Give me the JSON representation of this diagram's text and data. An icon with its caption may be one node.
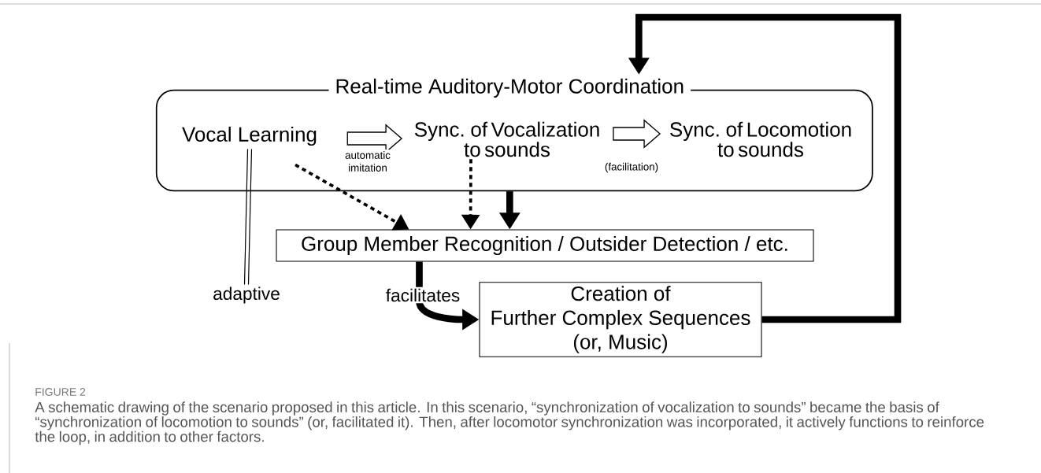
{
  "diagram": {
    "caption": "A schematic drawing of the scenario proposed in this article. In this scenario, “synchronization of vocalization to sounds” became the basis of “synchronization of locomotion to sounds” (or, facilitated it). Then, after locomotor synchronization was incorporated, it actively functions to reinforce the loop, in addition to other factors.",
    "nodes": [
      {
        "text": [
          "Real-time Auditory-Motor Coordination"
        ]
      },
      {
        "text": [
          "Vocal Learning"
        ],
        "in": 0
      },
      {
        "text": [
          "Sync. of Vocalization to sounds"
        ],
        "in": 0
      },
      {
        "text": [
          "Sync. of Locomotion to sounds"
        ],
        "in": 0
      },
      {
        "text": [
          "Group Member Recognition / Outsider Detection / etc."
        ]
      },
      {
        "text": [
          "Creation of Further Complex Sequences (or, Music)"
        ]
      },
      {
        "text": [
          "adaptive"
        ]
      }
    ],
    "edges": [
      {
        "from": 1,
        "to": 2,
        "arrow": "to",
        "label": "automatic imitation"
      },
      {
        "from": 2,
        "to": 3,
        "arrow": "to",
        "label": "(facilitation)"
      },
      {
        "from": 1,
        "to": 4,
        "arrow": "to",
        "style": "dashed"
      },
      {
        "from": 2,
        "to": 4,
        "arrow": "to",
        "style": "dashed"
      },
      {
        "from": 0,
        "to": 4,
        "arrow": "to",
        "style": "thick"
      },
      {
        "from": 4,
        "to": 5,
        "arrow": "to",
        "style": "thick",
        "label": "facilitates"
      },
      {
        "from": 5,
        "to": 0,
        "arrow": "to",
        "style": "thick"
      },
      {
        "from": 1,
        "to": 6,
        "arrow": "none"
      }
    ],
    "labels": [
      "FIGURE 2"
    ]
  }
}
